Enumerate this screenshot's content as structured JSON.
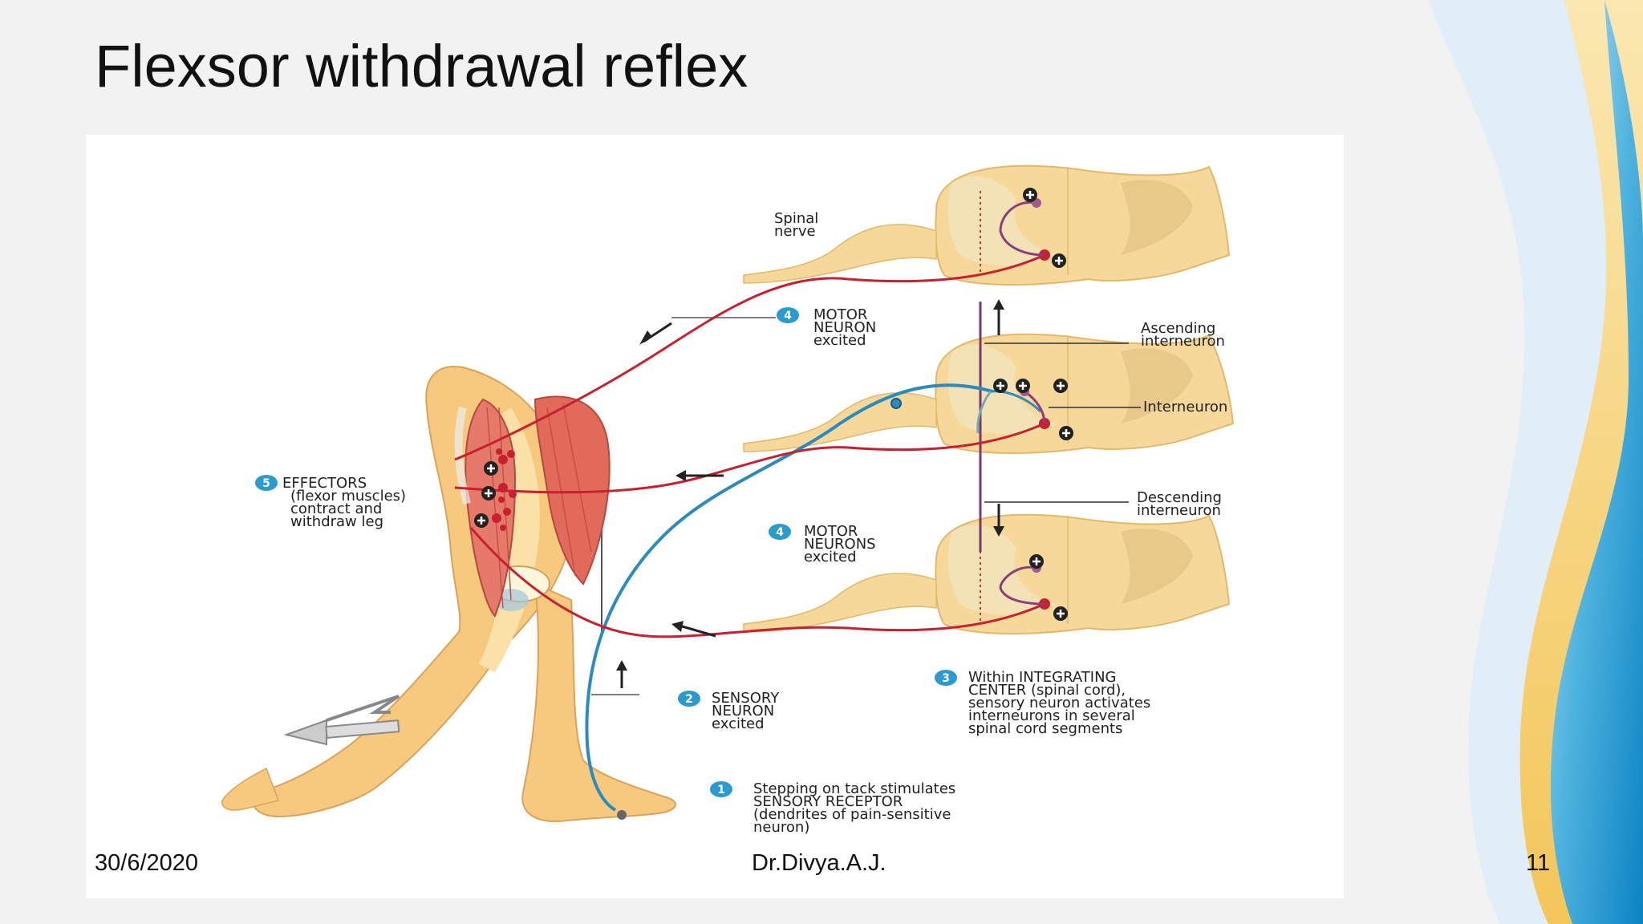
{
  "slide": {
    "title": "Flexsor withdrawal reflex",
    "date": "30/6/2020",
    "author": "Dr.Divya.A.J.",
    "page_number": "11"
  },
  "colors": {
    "background": "#f2f2f2",
    "accent_blue": "#1f9ad2",
    "accent_gold": "#f5cf6a",
    "motor_red": "#c8202f",
    "sensory_blue": "#2b8bbf",
    "cord_tan": "#f6d89a",
    "step_badge": "#2a9bd1"
  },
  "diagram": {
    "labels": {
      "spinal_nerve": [
        "Spinal",
        "nerve"
      ],
      "motor_neuron_top": [
        "MOTOR",
        "NEURON",
        "excited"
      ],
      "motor_neuron_top_num": "4",
      "ascending": [
        "Ascending",
        "interneuron"
      ],
      "interneuron": "Interneuron",
      "descending": [
        "Descending",
        "interneuron"
      ],
      "effectors": [
        "EFFECTORS",
        "(flexor muscles)",
        "contract and",
        "withdraw leg"
      ],
      "effectors_num": "5",
      "motor_neurons_mid": [
        "MOTOR",
        "NEURONS",
        "excited"
      ],
      "motor_neurons_mid_num": "4",
      "integrating": [
        "Within INTEGRATING",
        "CENTER (spinal cord),",
        "sensory neuron activates",
        "interneurons in several",
        "spinal cord segments"
      ],
      "integrating_num": "3",
      "sensory": [
        "SENSORY",
        "NEURON",
        "excited"
      ],
      "sensory_num": "2",
      "stimulus": [
        "Stepping on tack stimulates",
        "SENSORY RECEPTOR",
        "(dendrites of pain-sensitive",
        "neuron)"
      ],
      "stimulus_num": "1"
    }
  }
}
